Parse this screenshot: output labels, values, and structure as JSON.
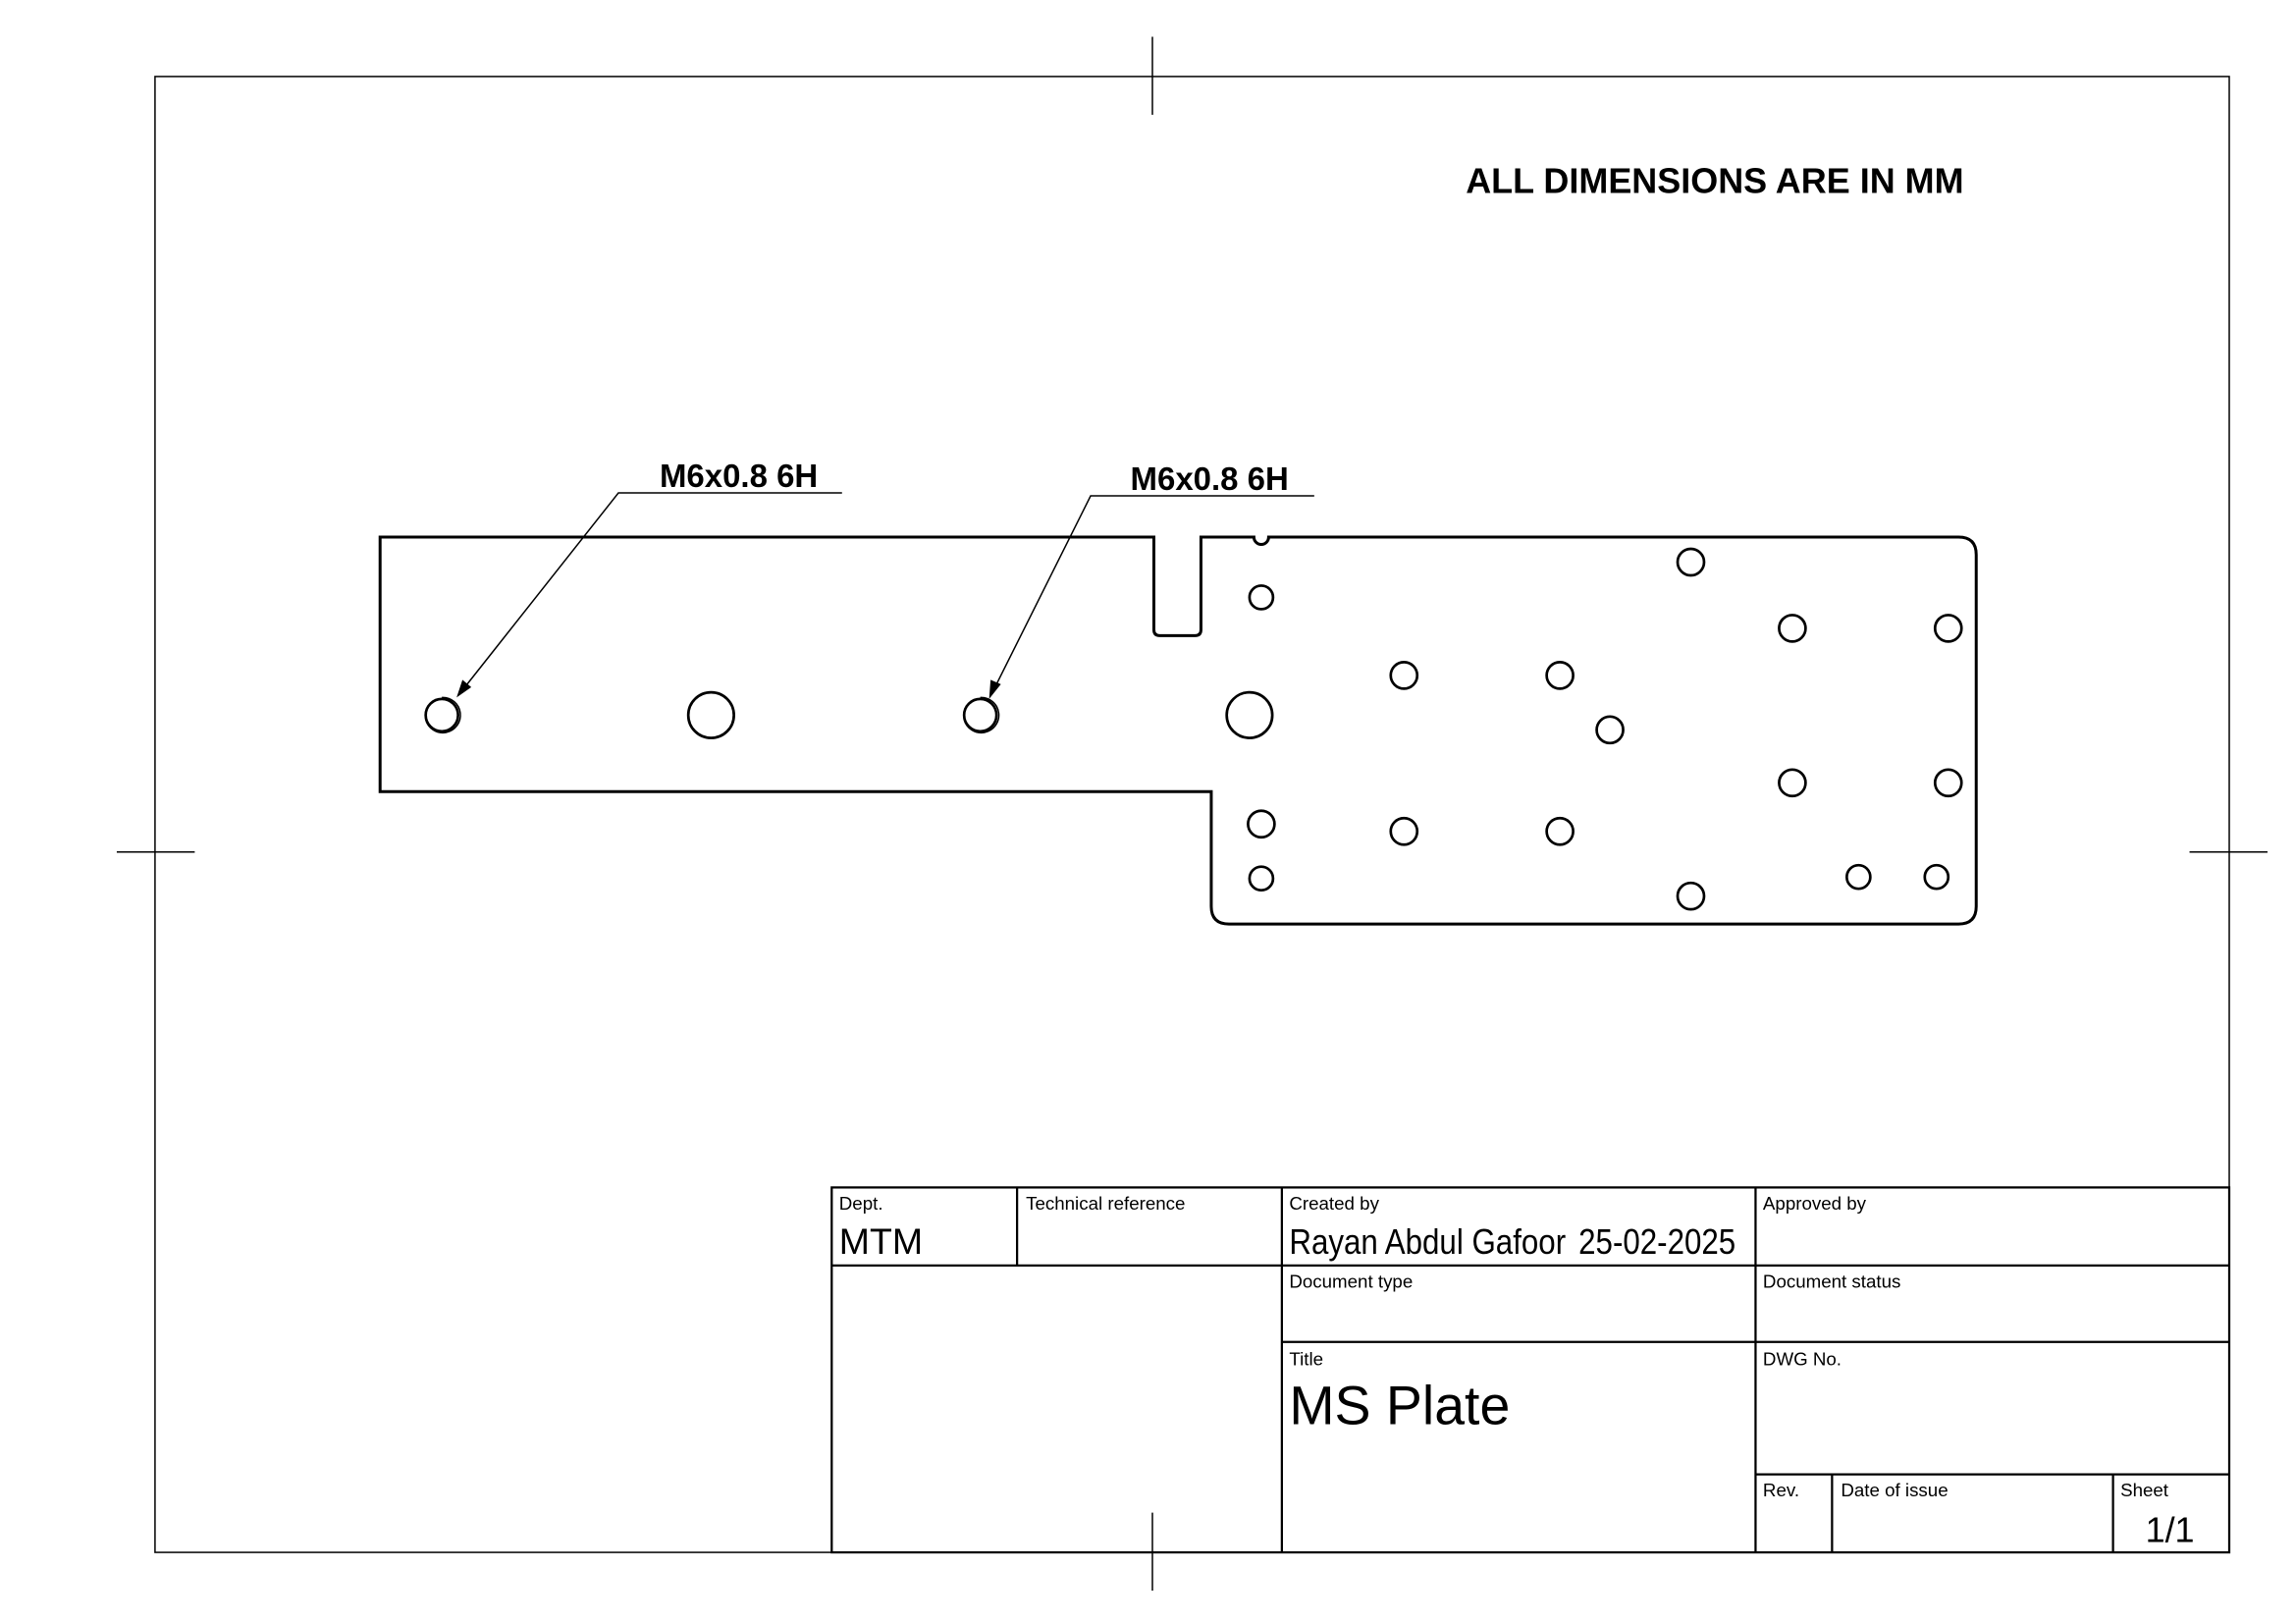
{
  "sheet": {
    "note": "ALL DIMENSIONS ARE IN MM",
    "callouts": [
      {
        "label": "M6x0.8 6H"
      },
      {
        "label": "M6x0.8 6H"
      }
    ]
  },
  "title_block": {
    "dept_label": "Dept.",
    "dept_value": "MTM",
    "tech_ref_label": "Technical reference",
    "created_by_label": "Created by",
    "created_by_value": "Rayan Abdul Gafoor",
    "created_date": "25-02-2025",
    "approved_by_label": "Approved by",
    "doc_type_label": "Document type",
    "doc_status_label": "Document status",
    "title_label": "Title",
    "title_value": "MS Plate",
    "dwg_no_label": "DWG No.",
    "rev_label": "Rev.",
    "date_of_issue_label": "Date of issue",
    "sheet_label": "Sheet",
    "sheet_value": "1/1"
  }
}
